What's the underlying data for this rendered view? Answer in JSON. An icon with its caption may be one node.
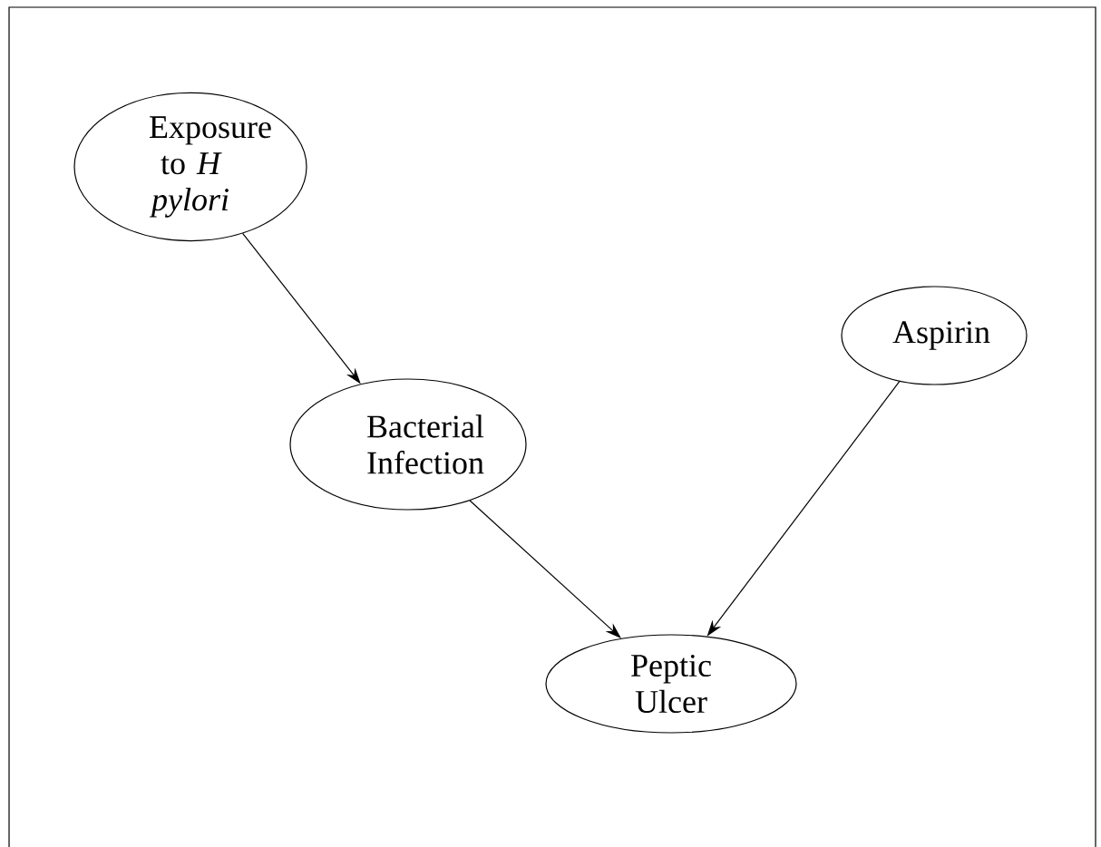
{
  "diagram": {
    "nodes": [
      {
        "text": [
          "Exposure to *H pylori*"
        ]
      },
      {
        "text": [
          "Bacterial Infection"
        ]
      },
      {
        "text": [
          "Aspirin"
        ]
      },
      {
        "text": [
          "Peptic Ulcer"
        ]
      }
    ],
    "edges": [
      {
        "from": 0,
        "to": 1,
        "arrow": "to"
      },
      {
        "from": 1,
        "to": 3,
        "arrow": "to"
      },
      {
        "from": 2,
        "to": 3,
        "arrow": "to"
      }
    ]
  }
}
